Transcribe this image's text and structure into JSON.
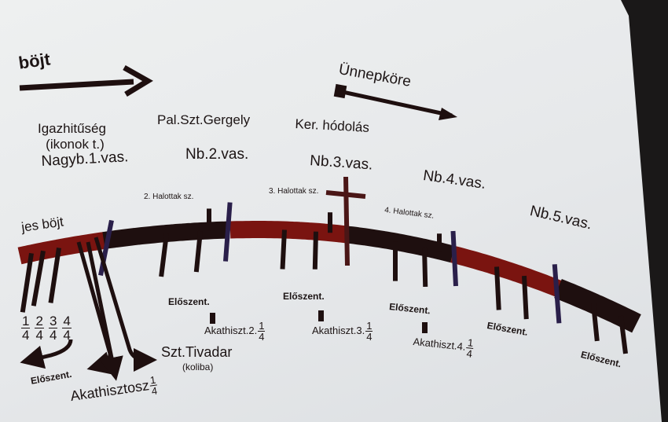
{
  "header": {
    "left_arrow_label": "böjt",
    "right_arrow_label": "Ünnepköre"
  },
  "columns": [
    {
      "feast_lines": [
        "Igazhitűség",
        "(ikonok t.)"
      ],
      "sunday": "Nagyb.1.vas."
    },
    {
      "feast_lines": [
        "Pal.Szt.Gergely"
      ],
      "sunday": "Nb.2.vas."
    },
    {
      "feast_lines": [
        "Ker. hódolás"
      ],
      "sunday": "Nb.3.vas."
    },
    {
      "feast_lines": [],
      "sunday": "Nb.4.vas."
    },
    {
      "feast_lines": [],
      "sunday": "Nb.5.vas."
    }
  ],
  "timeline": {
    "start_label": "jes böjt",
    "halottak": [
      "2. Halottak sz.",
      "3. Halottak sz.",
      "4. Halottak sz."
    ],
    "eloszent_label": "Előszent.",
    "akathiszt": [
      "Akathiszt.2.",
      "Akathiszt.3.",
      "Akathiszt.4."
    ],
    "fraction": {
      "num": "1",
      "den": "4"
    },
    "week1_fractions": [
      {
        "num": "1",
        "den": "4"
      },
      {
        "num": "2",
        "den": "4"
      },
      {
        "num": "3",
        "den": "4"
      },
      {
        "num": "4",
        "den": "4"
      }
    ],
    "akathisztosz": "Akathisztosz",
    "tivadar": "Szt.Tivadar",
    "koliba": "(koliba)"
  },
  "colors": {
    "red": "#7a1410",
    "black": "#1e0f0f",
    "blue": "#2a1f4a",
    "cross": "#4a1616"
  }
}
